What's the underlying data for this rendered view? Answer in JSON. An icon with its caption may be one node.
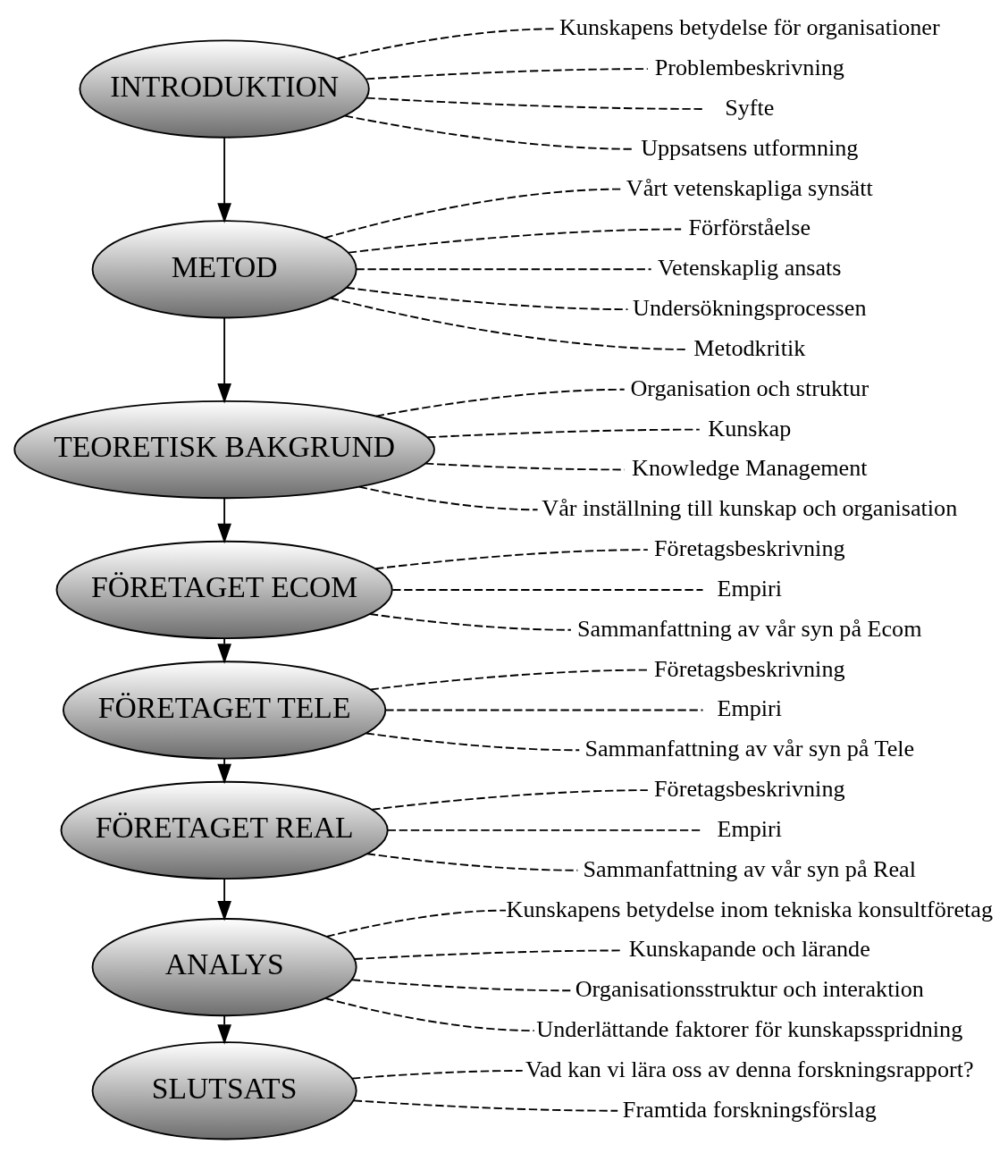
{
  "diagram": {
    "nodes": [
      {
        "text": [
          "INTRODUKTION"
        ]
      },
      {
        "text": [
          "Kunskapens betydelse för organisationer"
        ]
      },
      {
        "text": [
          "Problembeskrivning"
        ]
      },
      {
        "text": [
          "Syfte"
        ]
      },
      {
        "text": [
          "Uppsatsens utformning"
        ]
      },
      {
        "text": [
          "METOD"
        ]
      },
      {
        "text": [
          "Vårt vetenskapliga synsätt"
        ]
      },
      {
        "text": [
          "Förförståelse"
        ]
      },
      {
        "text": [
          "Vetenskaplig ansats"
        ]
      },
      {
        "text": [
          "Undersökningsprocessen"
        ]
      },
      {
        "text": [
          "Metodkritik"
        ]
      },
      {
        "text": [
          "TEORETISK BAKGRUND"
        ]
      },
      {
        "text": [
          "Organisation och struktur"
        ]
      },
      {
        "text": [
          "Kunskap"
        ]
      },
      {
        "text": [
          "Knowledge Management"
        ]
      },
      {
        "text": [
          "Vår inställning till kunskap och organisation"
        ]
      },
      {
        "text": [
          "FÖRETAGET ECOM"
        ]
      },
      {
        "text": [
          "Företagsbeskrivning"
        ]
      },
      {
        "text": [
          "Empiri"
        ]
      },
      {
        "text": [
          "Sammanfattning av vår syn på Ecom"
        ]
      },
      {
        "text": [
          "FÖRETAGET TELE"
        ]
      },
      {
        "text": [
          "Företagsbeskrivning"
        ]
      },
      {
        "text": [
          "Empiri"
        ]
      },
      {
        "text": [
          "Sammanfattning av vår syn på Tele"
        ]
      },
      {
        "text": [
          "FÖRETAGET REAL"
        ]
      },
      {
        "text": [
          "Företagsbeskrivning"
        ]
      },
      {
        "text": [
          "Empiri"
        ]
      },
      {
        "text": [
          "Sammanfattning av vår syn på Real"
        ]
      },
      {
        "text": [
          "ANALYS"
        ]
      },
      {
        "text": [
          "Kunskapens betydelse inom tekniska konsultföretag"
        ]
      },
      {
        "text": [
          "Kunskapande och lärande"
        ]
      },
      {
        "text": [
          "Organisationsstruktur och interaktion"
        ]
      },
      {
        "text": [
          "Underlättande faktorer för kunskapsspridning"
        ]
      },
      {
        "text": [
          "SLUTSATS"
        ]
      },
      {
        "text": [
          "Vad kan vi lära oss av denna forskningsrapport?"
        ]
      },
      {
        "text": [
          "Framtida forskningsförslag"
        ]
      }
    ],
    "edges": [
      {
        "from": 0,
        "to": 5,
        "arrow": "to"
      },
      {
        "from": 5,
        "to": 11,
        "arrow": "to"
      },
      {
        "from": 11,
        "to": 16,
        "arrow": "to"
      },
      {
        "from": 16,
        "to": 20,
        "arrow": "to"
      },
      {
        "from": 20,
        "to": 24,
        "arrow": "to"
      },
      {
        "from": 24,
        "to": 28,
        "arrow": "to"
      },
      {
        "from": 28,
        "to": 33,
        "arrow": "to"
      },
      {
        "from": 0,
        "to": 1,
        "arrow": "none",
        "style": "dashed"
      },
      {
        "from": 0,
        "to": 2,
        "arrow": "none",
        "style": "dashed"
      },
      {
        "from": 0,
        "to": 3,
        "arrow": "none",
        "style": "dashed"
      },
      {
        "from": 0,
        "to": 4,
        "arrow": "none",
        "style": "dashed"
      },
      {
        "from": 5,
        "to": 6,
        "arrow": "none",
        "style": "dashed"
      },
      {
        "from": 5,
        "to": 7,
        "arrow": "none",
        "style": "dashed"
      },
      {
        "from": 5,
        "to": 8,
        "arrow": "none",
        "style": "dashed"
      },
      {
        "from": 5,
        "to": 9,
        "arrow": "none",
        "style": "dashed"
      },
      {
        "from": 5,
        "to": 10,
        "arrow": "none",
        "style": "dashed"
      },
      {
        "from": 11,
        "to": 12,
        "arrow": "none",
        "style": "dashed"
      },
      {
        "from": 11,
        "to": 13,
        "arrow": "none",
        "style": "dashed"
      },
      {
        "from": 11,
        "to": 14,
        "arrow": "none",
        "style": "dashed"
      },
      {
        "from": 11,
        "to": 15,
        "arrow": "none",
        "style": "dashed"
      },
      {
        "from": 16,
        "to": 17,
        "arrow": "none",
        "style": "dashed"
      },
      {
        "from": 16,
        "to": 18,
        "arrow": "none",
        "style": "dashed"
      },
      {
        "from": 16,
        "to": 19,
        "arrow": "none",
        "style": "dashed"
      },
      {
        "from": 20,
        "to": 21,
        "arrow": "none",
        "style": "dashed"
      },
      {
        "from": 20,
        "to": 22,
        "arrow": "none",
        "style": "dashed"
      },
      {
        "from": 20,
        "to": 23,
        "arrow": "none",
        "style": "dashed"
      },
      {
        "from": 24,
        "to": 25,
        "arrow": "none",
        "style": "dashed"
      },
      {
        "from": 24,
        "to": 26,
        "arrow": "none",
        "style": "dashed"
      },
      {
        "from": 24,
        "to": 27,
        "arrow": "none",
        "style": "dashed"
      },
      {
        "from": 28,
        "to": 29,
        "arrow": "none",
        "style": "dashed"
      },
      {
        "from": 28,
        "to": 30,
        "arrow": "none",
        "style": "dashed"
      },
      {
        "from": 28,
        "to": 31,
        "arrow": "none",
        "style": "dashed"
      },
      {
        "from": 28,
        "to": 32,
        "arrow": "none",
        "style": "dashed"
      },
      {
        "from": 33,
        "to": 34,
        "arrow": "none",
        "style": "dashed"
      },
      {
        "from": 33,
        "to": 35,
        "arrow": "none",
        "style": "dashed"
      }
    ]
  }
}
